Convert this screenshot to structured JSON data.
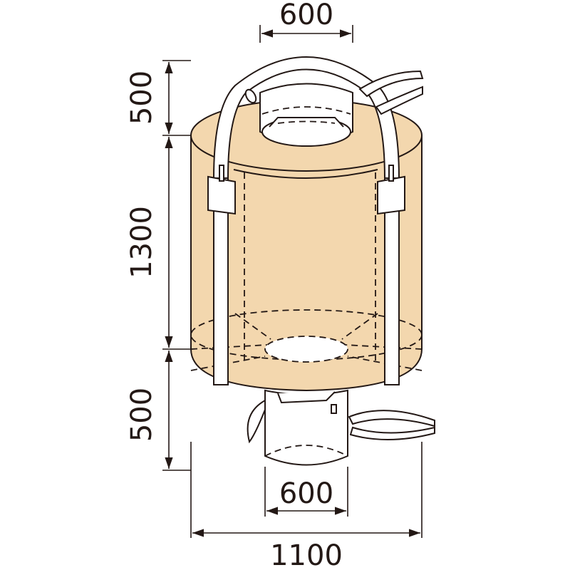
{
  "diagram": {
    "subject": "flexible intermediate bulk container (big bag) with top fill spout and bottom discharge spout",
    "colors": {
      "body_fill": "#F3D7AE",
      "line": "#231815",
      "background": "#FFFFFF"
    },
    "dimensions": {
      "top_spout_diameter": "600",
      "top_spout_height": "500",
      "body_height": "1300",
      "bottom_spout_height": "500",
      "bottom_spout_diameter": "600",
      "body_diameter": "1100"
    },
    "parts": [
      "top-fill-spout",
      "lifting-loops",
      "body",
      "bottom-discharge-spout",
      "spout-tie-strings"
    ]
  }
}
